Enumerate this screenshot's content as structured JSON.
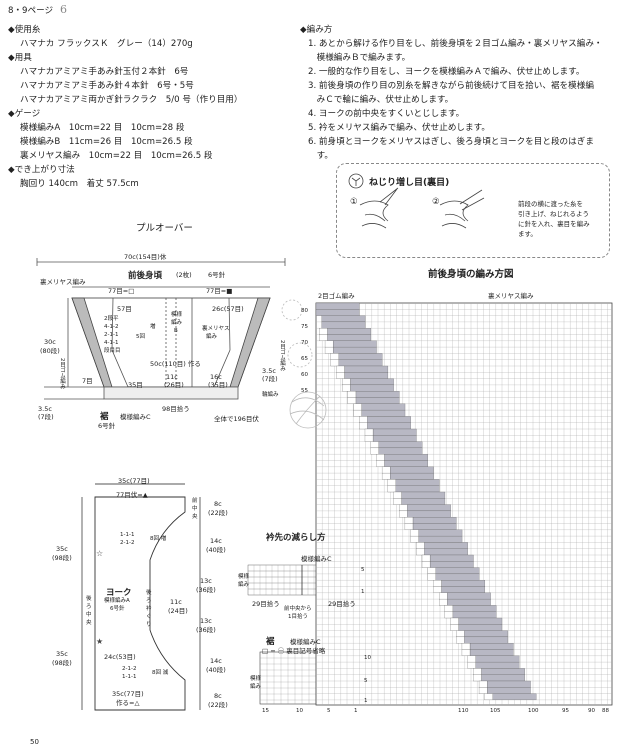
{
  "page": {
    "header": "8・9ページ",
    "handwritten_number": "6",
    "page_number": "50"
  },
  "left_col": {
    "yarn_title": "使用糸",
    "yarn_text": "ハマナカ フラックスＫ　グレー（14）270g",
    "tools_title": "用具",
    "tools": [
      "ハマナカアミアミ手あみ針玉付２本針　6号",
      "ハマナカアミアミ手あみ針４本針　6号・5号",
      "ハマナカアミアミ両かぎ針ラクラク　5/0 号（作り目用）"
    ],
    "gauge_title": "ゲージ",
    "gauge": [
      "模様編みA　10cm=22 目　10cm=28 段",
      "模様編みB　11cm=26 目　10cm=26.5 段",
      "裏メリヤス編み　10cm=22 目　10cm=26.5 段"
    ],
    "size_title": "でき上がり寸法",
    "size_text": "胸回り 140cm　着丈 57.5cm"
  },
  "right_col": {
    "method_title": "編み方",
    "steps": [
      "1. あとから解ける作り目をし、前後身頃を２目ゴム編み・裏メリヤス編み・",
      "　模様編みＢで編みます。",
      "2. 一般的な作り目をし、ヨークを模様編みＡで編み、伏せ止めします。",
      "3. 前後身頃の作り目の別糸を解きながら前後続けて目を拾い、裾を模様編",
      "　みＣで輪に編み、伏せ止めします。",
      "4. ヨークの前中央をすくいとじします。",
      "5. 衿をメリヤス編みで編み、伏せ止めします。",
      "6. 前身頃とヨークをメリヤスはぎし、後ろ身頃とヨークを目と段のはぎま",
      "　す。"
    ]
  },
  "callout": {
    "title": "ねじり増し目(裏目)",
    "step1": "①",
    "step2": "②",
    "desc": [
      "前段の横に渡った糸を",
      "引き上げ、ねじれるよう",
      "に針を入れ、裏目を編み",
      "ます。"
    ]
  },
  "pullover": {
    "title": "プルオーバー",
    "width_total": "70c(154目)休",
    "body_title": "前後身頃",
    "body_count": "(2枚)",
    "needle": "6号針",
    "ura_label": "裏メリヤス編み",
    "left_top": "77目=□",
    "right_top": "77目=■",
    "height_label": "30c",
    "height_rows": "(80段)",
    "rib_label": "2目ゴム編み",
    "left_57": "57目",
    "dec_rule": [
      "2段平",
      "4-1-2",
      "2-1-1",
      "4-1-1",
      "段目目"
    ],
    "five_times": "5回",
    "zo": "増",
    "pattern_b": [
      "模様",
      "編み",
      "B"
    ],
    "ura_inner": [
      "裏メリヤス",
      "編み"
    ],
    "right_26": "26c(57目)",
    "cast": "50c(110目) 作る",
    "c11": "11c",
    "c11r": "(26目)",
    "c16": "16c",
    "c16r": "(35目)",
    "seven": "7目",
    "thirtyfive": "35目",
    "side_35": "3.5c",
    "side_7": "(7段)",
    "side_35r": "3.5c",
    "side_7r": "(7段)",
    "rib_right": "2目ゴム編み",
    "bind_off": "輪編み",
    "pick98": "98目拾う",
    "total196": "全体で196目伏",
    "hem_title": "裾",
    "hem_needle": "6号針",
    "hem_pattern": "模様編みC"
  },
  "yoke": {
    "top_width": "35c(77目)",
    "top_label": "77目伏=▲",
    "right_top": "8c",
    "right_top_rows": "(22段)",
    "front_center": [
      "前",
      "中",
      "央"
    ],
    "inc_rule": [
      "1-1-1",
      "2-1-2"
    ],
    "inc_times": "8回 増",
    "c14": "14c",
    "c14rows": "(40段)",
    "c13": "13c",
    "c13rows": "(36段)",
    "c11": "11c",
    "c11rows": "(24目)",
    "c13b": "13c",
    "c13brows": "(36段)",
    "c14b": "14c",
    "c14brows": "(40段)",
    "c8b": "8c",
    "c8brows": "(22段)",
    "title": "ヨーク",
    "pattern": "模様編みA",
    "needle": "6号針",
    "back_center": [
      "後",
      "ろ",
      "中",
      "央"
    ],
    "neck_side": [
      "後",
      "ろ",
      "衿",
      "ぐ",
      "り"
    ],
    "left_35": "35c",
    "left_98": "(98段)",
    "left_35b": "35c",
    "left_98b": "(98段)",
    "c24": "24c(53目)",
    "dec_rule": [
      "2-1-2",
      "1-1-1"
    ],
    "dec_times": "8回 減",
    "bottom_width": "35c(77目)",
    "bottom_label": "作る=△"
  },
  "collar": {
    "title": "衿先の減らし方",
    "pattern": [
      "模様",
      "編み"
    ],
    "stitch": "模様編みC",
    "left_pick": "29目拾う",
    "right_pick": "29目拾う",
    "center": "前中央から",
    "center2": "1目拾う",
    "row_marks": [
      "5",
      "1"
    ]
  },
  "hem": {
    "title": "裾",
    "pattern": "模様編みC",
    "legend": "□ = ㊀ 裏目記号省略",
    "label": [
      "模様",
      "編み"
    ],
    "x_ticks": [
      "15",
      "10",
      "5",
      "1"
    ],
    "row_marks": [
      "10",
      "5",
      "1"
    ]
  },
  "chart": {
    "title": "前後身頃の編み方図",
    "rib": "2目ゴム編み",
    "ura": "裏メリヤス編み",
    "y_ticks": [
      "80",
      "75",
      "70",
      "65",
      "60",
      "55"
    ],
    "x_ticks": [
      "110",
      "105",
      "100",
      "95",
      "90",
      "88"
    ]
  }
}
